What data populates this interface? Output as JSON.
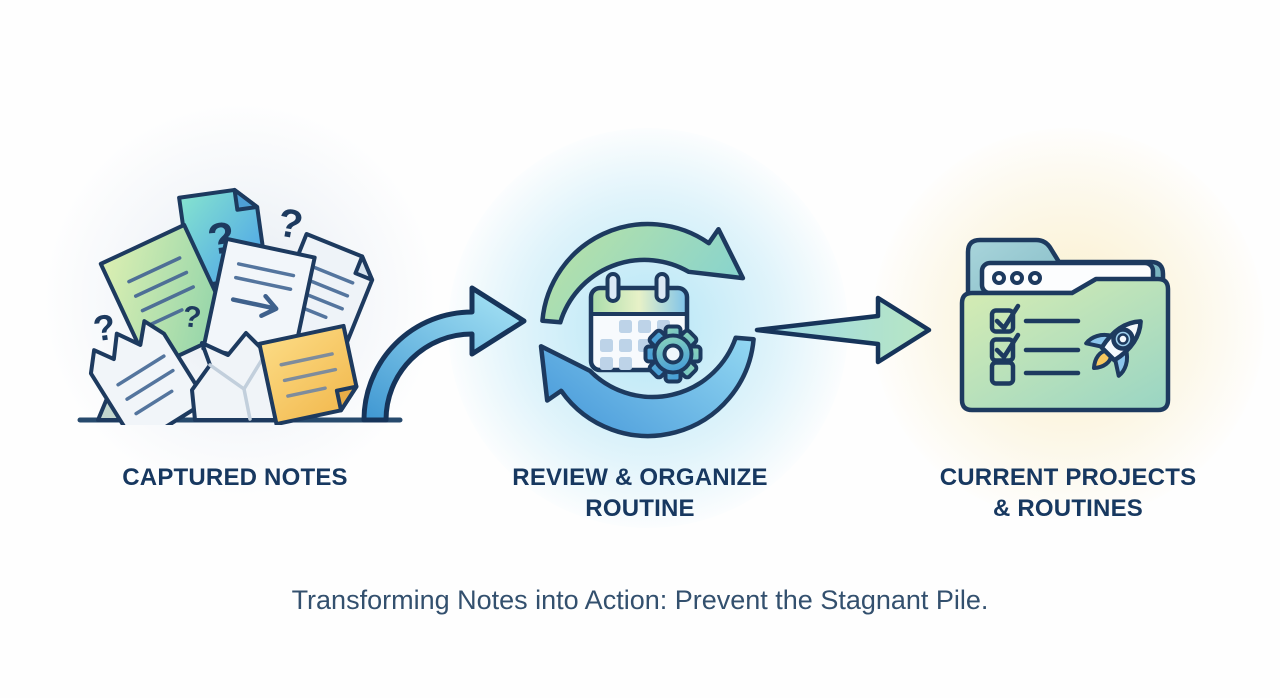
{
  "flow": {
    "steps": [
      {
        "id": "captured-notes",
        "icon": "paper-pile-icon",
        "lines": [
          "CAPTURED NOTES"
        ]
      },
      {
        "id": "review-organize-routine",
        "icon": "calendar-gear-sync-icon",
        "lines": [
          "REVIEW & ORGANIZE",
          "ROUTINE"
        ]
      },
      {
        "id": "current-projects-routines",
        "icon": "folder-checklist-rocket-icon",
        "lines": [
          "CURRENT PROJECTS",
          "& ROUTINES"
        ]
      }
    ],
    "connectors": [
      {
        "from": "captured-notes",
        "to": "review-organize-routine",
        "style": "curved-swoosh-arrow"
      },
      {
        "from": "review-organize-routine",
        "to": "current-projects-routines",
        "style": "straight-tapered-arrow"
      }
    ],
    "caption": "Transforming Notes into Action: Prevent the Stagnant Pile."
  },
  "decorations": {
    "question_mark": "?"
  },
  "colors": {
    "outline": "#1d3a5f",
    "label_text": "#173860",
    "caption_text": "#33506e",
    "glow_blue": "#ade3f5",
    "glow_yellow": "#faeec7",
    "paper_teal": "#5fc3e0",
    "paper_green": "#a9dcaa",
    "paper_yellow": "#f6cb66",
    "arrow_blue": "#4f9fdc",
    "arrow_teal_green": "#aadfc6"
  }
}
